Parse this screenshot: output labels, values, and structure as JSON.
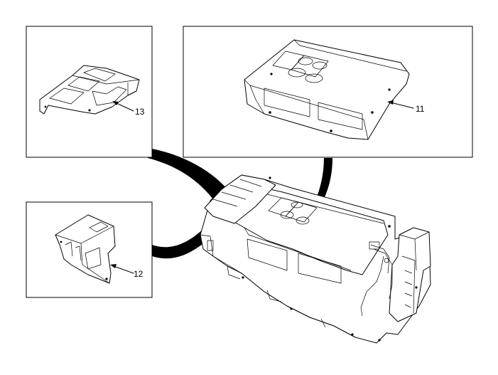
{
  "callouts": {
    "part_13": "13",
    "part_11": "11",
    "part_12": "12"
  }
}
